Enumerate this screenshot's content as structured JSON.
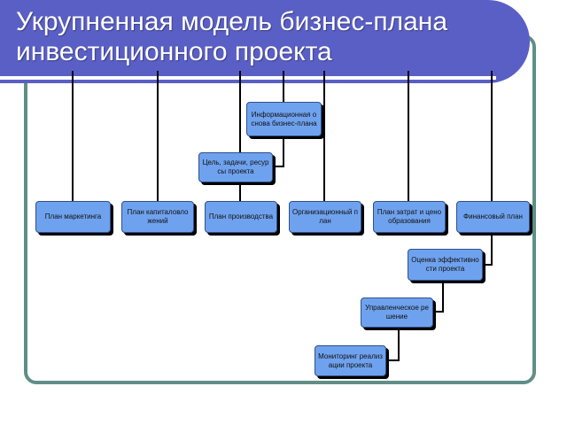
{
  "slide": {
    "title_line1": "Укрупненная модель бизнес-плана",
    "title_line2": "инвестиционного проекта"
  },
  "nodes": {
    "info_basis": "Информационная основа бизнес-плана",
    "goals": "Цель, задачи, ресурсы проекта",
    "marketing_plan": "План маркетинга",
    "capital_plan": "План капиталовложений",
    "production_plan": "План производства",
    "org_plan": "Организационный план",
    "cost_plan": "План затрат и ценообразования",
    "finance_plan": "Финансовый план",
    "efficiency": "Оценка эффективности проекта",
    "decision": "Управленческое решение",
    "monitoring": "Мониторинг реализации проекта"
  },
  "colors": {
    "title_band": "#5a5fc6",
    "frame": "#5f8f86",
    "box_fill": "#6fa2ee",
    "line": "#000000"
  }
}
